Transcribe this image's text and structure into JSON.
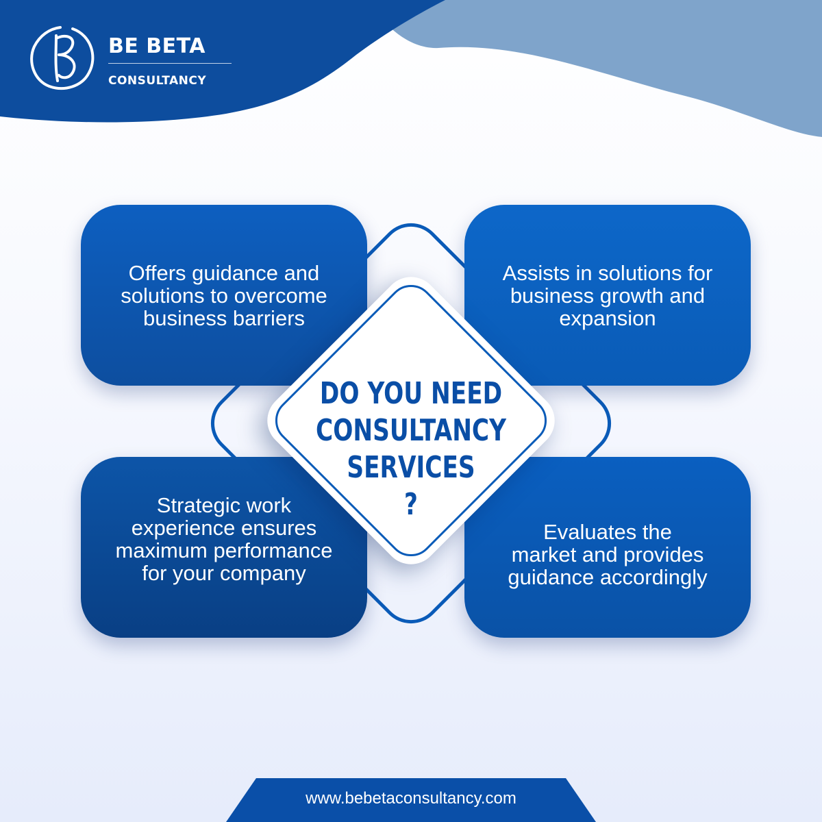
{
  "brand": {
    "name": "BE BETA",
    "subtitle": "CONSULTANCY"
  },
  "center": {
    "line1": "DO YOU NEED",
    "line2": "CONSULTANCY",
    "line3": "SERVICES",
    "line4": "?"
  },
  "cards": {
    "top_left": "Offers guidance and\nsolutions to overcome\nbusiness barriers",
    "top_right": "Assists in solutions for\nbusiness growth and\nexpansion",
    "bottom_left": "Strategic work\nexperience ensures\nmaximum performance\nfor your company",
    "bottom_right": "Evaluates the\nmarket and provides\nguidance accordingly"
  },
  "footer": {
    "url": "www.bebetaconsultancy.com"
  },
  "colors": {
    "primary": "#0a4ea6",
    "wave_dark": "#0d4d9e",
    "wave_light": "#7fa4cb",
    "card_blue": "#0d5fc0"
  }
}
